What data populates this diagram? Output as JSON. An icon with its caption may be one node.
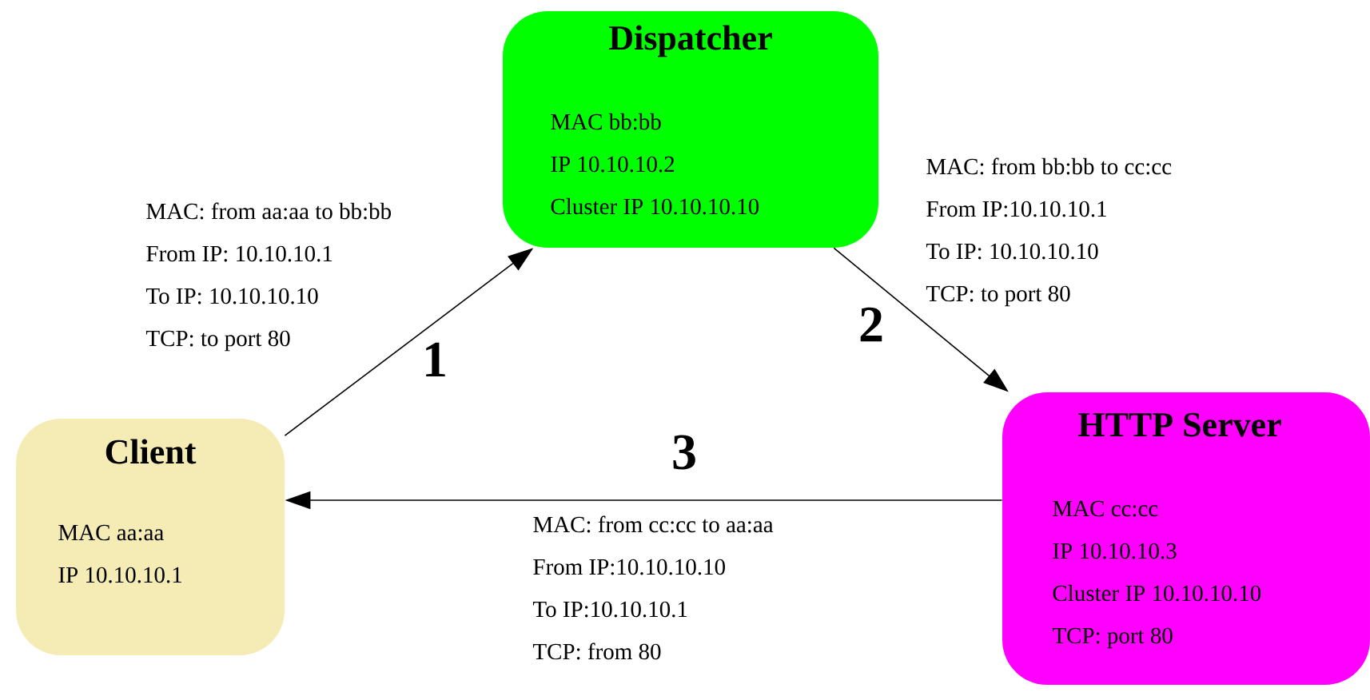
{
  "diagram": {
    "nodes": [
      {
        "text": [
          "Client",
          "MAC aa:aa",
          "IP 10.10.10.1"
        ]
      },
      {
        "text": [
          "Dispatcher",
          "MAC bb:bb",
          "IP 10.10.10.2",
          "Cluster IP 10.10.10.10"
        ]
      },
      {
        "text": [
          "HTTP Server",
          "MAC cc:cc",
          "IP 10.10.10.3",
          "Cluster IP 10.10.10.10",
          "TCP: port 80"
        ]
      }
    ],
    "edges": [
      {
        "from": 0,
        "to": 1,
        "arrow": "to",
        "label": "1"
      },
      {
        "from": 1,
        "to": 2,
        "arrow": "to",
        "label": "2"
      },
      {
        "from": 2,
        "to": 0,
        "arrow": "to",
        "label": "3"
      }
    ],
    "labels": [
      "MAC: from aa:aa to bb:bb",
      "From IP: 10.10.10.1",
      "To IP: 10.10.10.10",
      "TCP: to port 80",
      "MAC: from bb:bb to cc:cc",
      "From IP:10.10.10.1",
      "To IP: 10.10.10.10",
      "TCP: to port 80",
      "MAC: from cc:cc to aa:aa",
      "From IP:10.10.10.10",
      "To IP:10.10.10.1",
      "TCP: from 80"
    ]
  }
}
